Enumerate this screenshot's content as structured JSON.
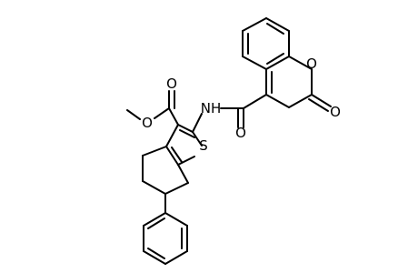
{
  "structure": {
    "atoms": {
      "sulfur": "S",
      "amide_nh": "NH",
      "ester_carbonyl_o": "O",
      "ester_ether_o": "O",
      "amide_carbonyl_o": "O",
      "ring_o": "O",
      "lactone_carbonyl_o": "O"
    }
  }
}
